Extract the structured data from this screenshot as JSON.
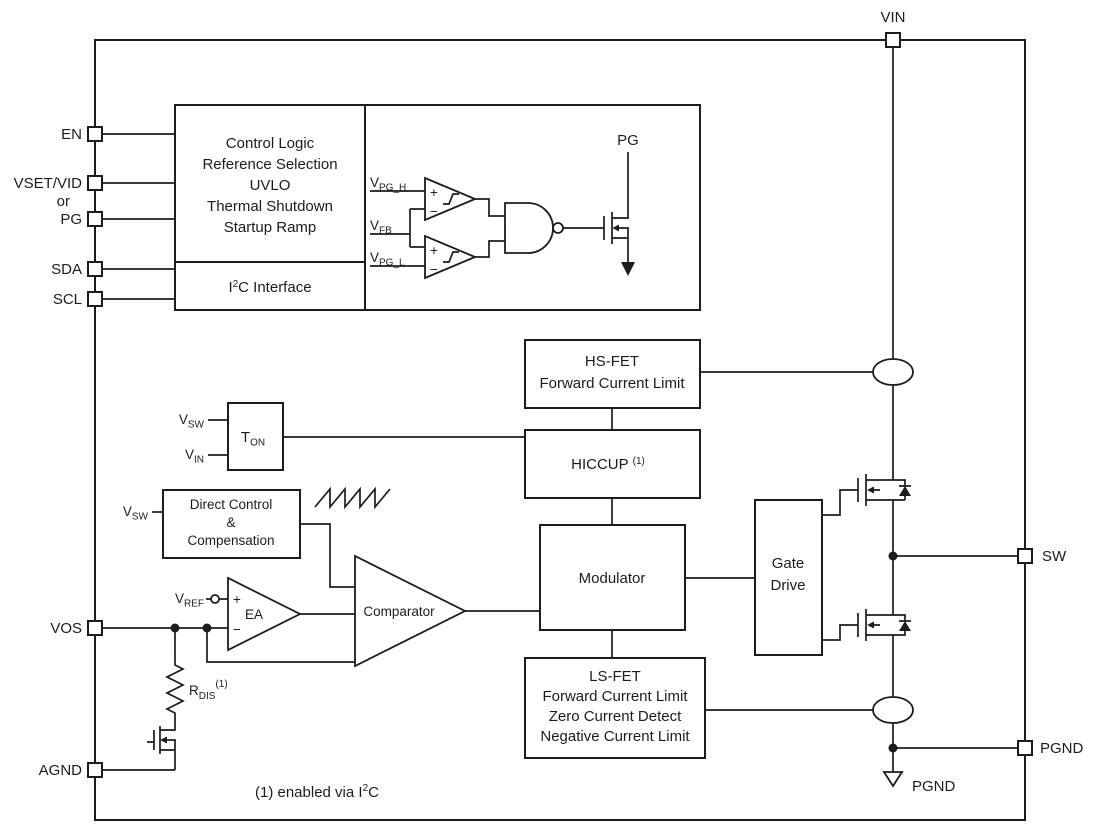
{
  "colors": {
    "line": "#1c1c1c",
    "bg": "#ffffff"
  },
  "pins": {
    "vin": "VIN",
    "en": "EN",
    "vset_vid": "VSET/VID",
    "or_text": "or",
    "pg": "PG",
    "sda": "SDA",
    "scl": "SCL",
    "vos": "VOS",
    "agnd": "AGND",
    "sw": "SW",
    "pgnd": "PGND",
    "pgnd_symbol": "PGND"
  },
  "blocks": {
    "control_logic": {
      "lines": [
        "Control Logic",
        "Reference Selection",
        "UVLO",
        "Thermal Shutdown",
        "Startup Ramp"
      ]
    },
    "i2c": {
      "pre": "I",
      "sup": "2",
      "post": "C Interface"
    },
    "hs_fet": {
      "lines": [
        "HS-FET",
        "Forward Current Limit"
      ]
    },
    "hiccup": {
      "label": "HICCUP",
      "sup": "(1)"
    },
    "modulator": {
      "label": "Modulator"
    },
    "ls_fet": {
      "lines": [
        "LS-FET",
        "Forward Current Limit",
        "Zero Current Detect",
        "Negative Current Limit"
      ]
    },
    "gate_drive": {
      "lines": [
        "Gate",
        "Drive"
      ]
    },
    "ton": {
      "main": "T",
      "sub": "ON"
    },
    "direct_control": {
      "lines": [
        "Direct Control",
        "&",
        "Compensation"
      ]
    },
    "ea": {
      "label": "EA"
    },
    "comparator": {
      "label": "Comparator"
    }
  },
  "labels": {
    "pg_drain": "PG",
    "v_pg_h": {
      "main": "V",
      "sub": "PG_H"
    },
    "v_fb": {
      "main": "V",
      "sub": "FB"
    },
    "v_pg_l": {
      "main": "V",
      "sub": "PG_L"
    },
    "v_sw_ton": {
      "main": "V",
      "sub": "SW"
    },
    "v_in": {
      "main": "V",
      "sub": "IN"
    },
    "v_sw_dc": {
      "main": "V",
      "sub": "SW"
    },
    "v_ref": {
      "main": "V",
      "sub": "REF"
    },
    "r_dis": {
      "main": "R",
      "sub": "DIS",
      "sup": "(1)"
    },
    "plus": "+",
    "minus": "−"
  },
  "footnote": {
    "pre": "(1) enabled via I",
    "sup": "2",
    "post": "C"
  }
}
